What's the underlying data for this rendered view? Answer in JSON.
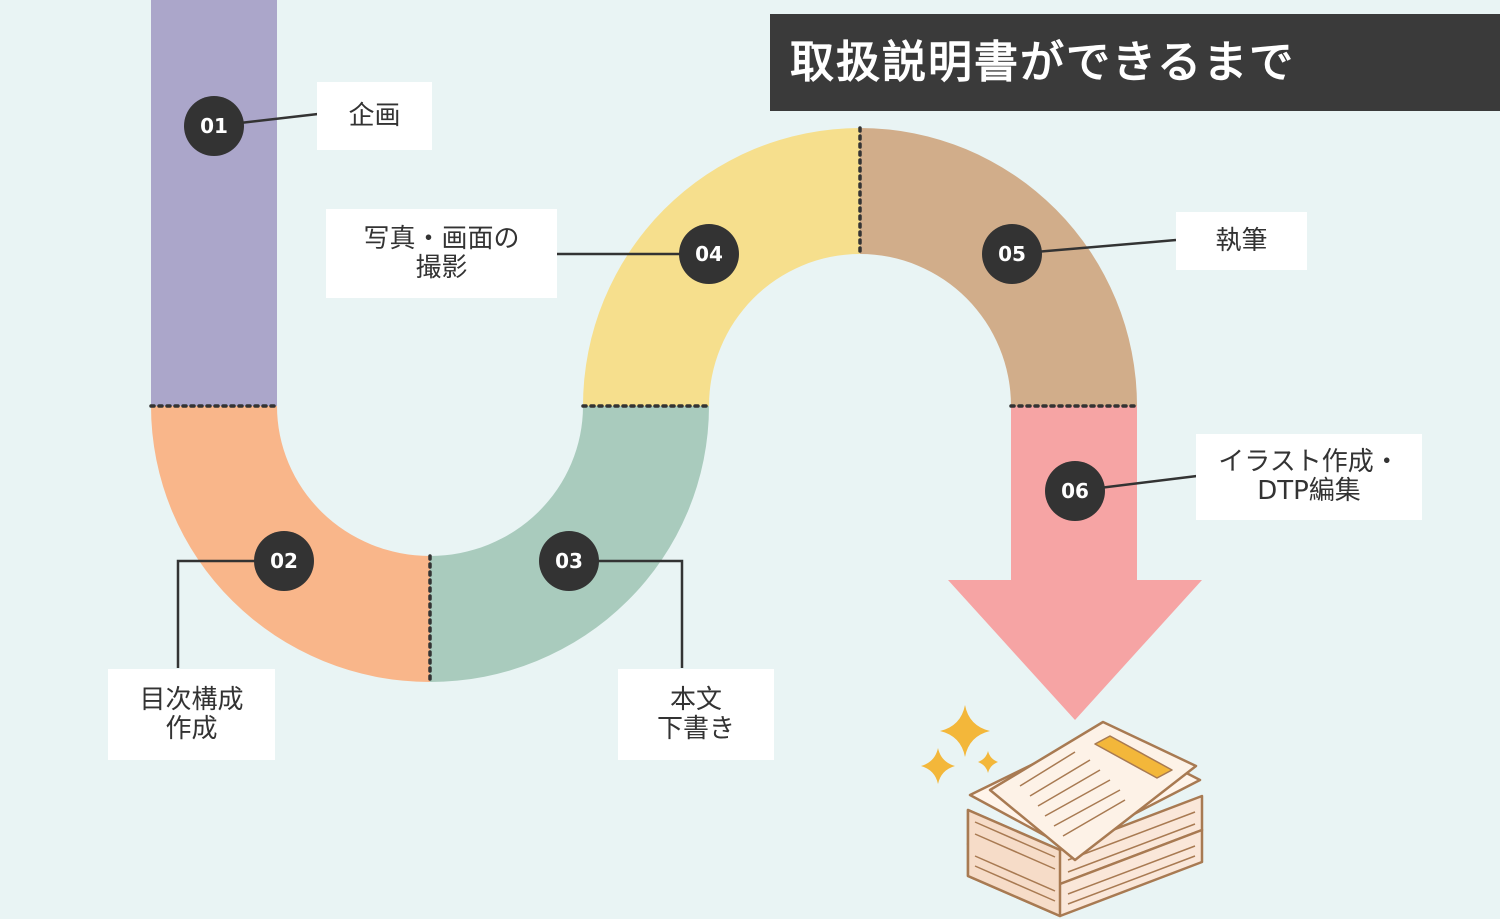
{
  "title": "取扱説明書ができるまで",
  "steps": [
    {
      "number": "01",
      "label": "企画",
      "color": "#aba6ca"
    },
    {
      "number": "02",
      "label": "目次構成\n作成",
      "color": "#f9b68a"
    },
    {
      "number": "03",
      "label": "本文\n下書き",
      "color": "#a9cbbd"
    },
    {
      "number": "04",
      "label": "写真・画面の\n撮影",
      "color": "#f6df8d"
    },
    {
      "number": "05",
      "label": "執筆",
      "color": "#d1ad8a"
    },
    {
      "number": "06",
      "label": "イラスト作成・\nDTP編集",
      "color": "#f6a4a4"
    }
  ],
  "icons": {
    "document_stack": "document-stack-icon",
    "sparkles": "sparkle-icon"
  },
  "colors": {
    "background": "#e9f4f4",
    "title_bg": "#3a3a3a",
    "badge": "#333333",
    "accent_yellow": "#f3b73a"
  }
}
